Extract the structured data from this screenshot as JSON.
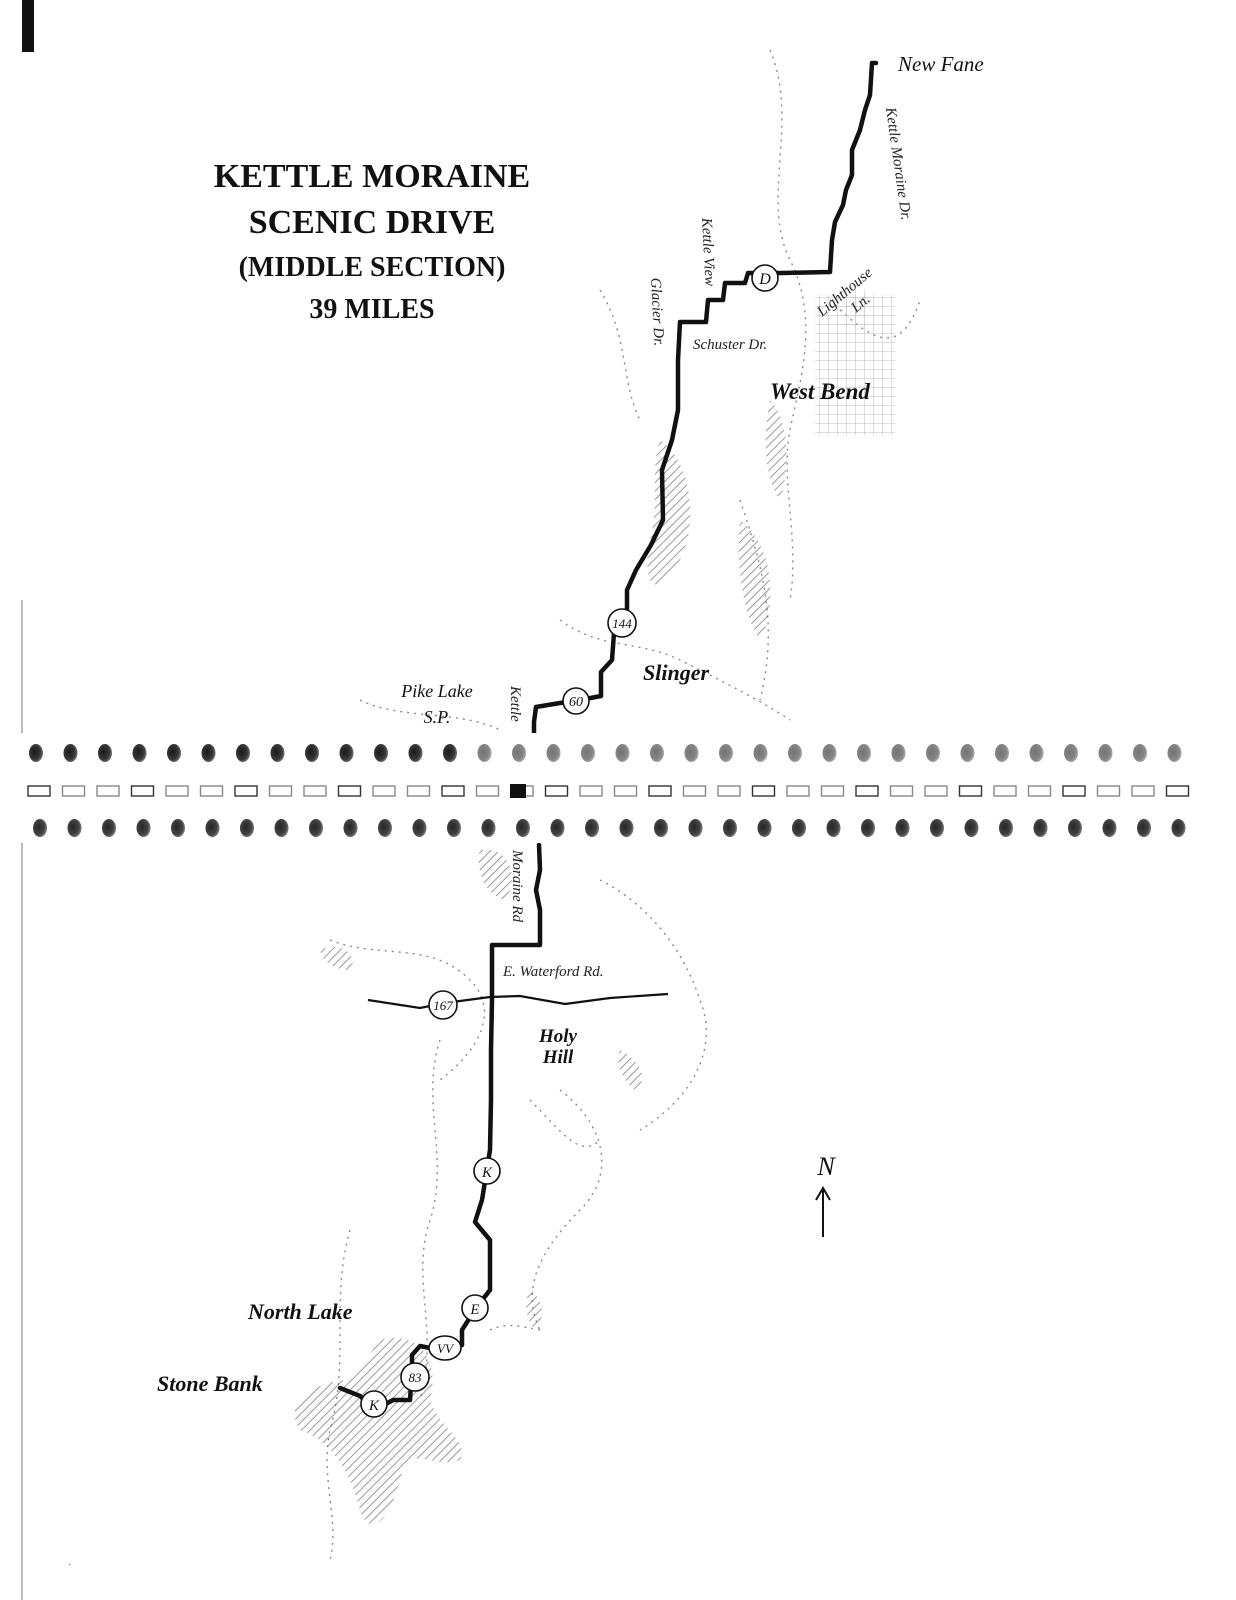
{
  "title": {
    "line1": "KETTLE MORAINE",
    "line2": "SCENIC DRIVE",
    "line3": "(MIDDLE SECTION)",
    "line4": "39 MILES"
  },
  "places": {
    "new_fane": "New Fane",
    "west_bend": "West Bend",
    "slinger": "Slinger",
    "pike_lake": "Pike Lake",
    "pike_lake_sp": "S.P.",
    "holy": "Holy",
    "hill": "Hill",
    "north_lake": "North Lake",
    "stone_bank": "Stone Bank"
  },
  "roads": {
    "kettle_moraine_dr": "Kettle Moraine Dr.",
    "kettle_view": "Kettle View",
    "glacier_dr": "Glacier Dr.",
    "schuster_dr": "Schuster Dr.",
    "lighthouse": "Lighthouse",
    "lighthouse_ln": "Ln.",
    "kettle": "Kettle",
    "moraine_rd": "Moraine Rd",
    "e_waterford_rd": "E. Waterford Rd."
  },
  "shields": {
    "d": "D",
    "r144": "144",
    "r60": "60",
    "r167": "167",
    "k_north": "K",
    "e": "E",
    "vv": "VV",
    "r83": "83",
    "k_south": "K"
  },
  "north_arrow": {
    "label": "N"
  },
  "colors": {
    "ink": "#111111",
    "paper": "#ffffff",
    "faint": "#8a8a8a"
  }
}
